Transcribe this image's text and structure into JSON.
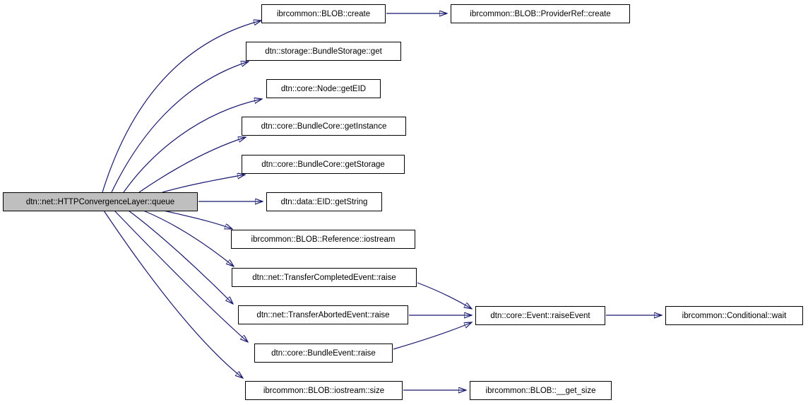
{
  "diagram": {
    "type": "call-graph",
    "colors": {
      "background": "#ffffff",
      "edge_color": "#191970",
      "node_border": "#000000",
      "node_fill": "#ffffff",
      "highlight_fill": "#bfbfbf"
    },
    "nodes": [
      {
        "id": "queue",
        "label": "dtn::net::HTTPConvergenceLayer::queue",
        "highlighted": true
      },
      {
        "id": "blob-create",
        "label": "ibrcommon::BLOB::create"
      },
      {
        "id": "bundlestorage-get",
        "label": "dtn::storage::BundleStorage::get"
      },
      {
        "id": "node-geteid",
        "label": "dtn::core::Node::getEID"
      },
      {
        "id": "bundlecore-getinstance",
        "label": "dtn::core::BundleCore::getInstance"
      },
      {
        "id": "bundlecore-getstorage",
        "label": "dtn::core::BundleCore::getStorage"
      },
      {
        "id": "eid-getstring",
        "label": "dtn::data::EID::getString"
      },
      {
        "id": "blob-reference-iostream",
        "label": "ibrcommon::BLOB::Reference::iostream"
      },
      {
        "id": "transfercompletedevent-raise",
        "label": "dtn::net::TransferCompletedEvent::raise"
      },
      {
        "id": "transferabortedevent-raise",
        "label": "dtn::net::TransferAbortedEvent::raise"
      },
      {
        "id": "bundleevent-raise",
        "label": "dtn::core::BundleEvent::raise"
      },
      {
        "id": "blob-iostream-size",
        "label": "ibrcommon::BLOB::iostream::size"
      },
      {
        "id": "blob-providerref-create",
        "label": "ibrcommon::BLOB::ProviderRef::create"
      },
      {
        "id": "event-raiseevent",
        "label": "dtn::core::Event::raiseEvent"
      },
      {
        "id": "conditional-wait",
        "label": "ibrcommon::Conditional::wait"
      },
      {
        "id": "blob-get-size",
        "label": "ibrcommon::BLOB::__get_size"
      }
    ],
    "edges": [
      {
        "from": "queue",
        "to": "blob-create"
      },
      {
        "from": "queue",
        "to": "bundlestorage-get"
      },
      {
        "from": "queue",
        "to": "node-geteid"
      },
      {
        "from": "queue",
        "to": "bundlecore-getinstance"
      },
      {
        "from": "queue",
        "to": "bundlecore-getstorage"
      },
      {
        "from": "queue",
        "to": "eid-getstring"
      },
      {
        "from": "queue",
        "to": "blob-reference-iostream"
      },
      {
        "from": "queue",
        "to": "transfercompletedevent-raise"
      },
      {
        "from": "queue",
        "to": "transferabortedevent-raise"
      },
      {
        "from": "queue",
        "to": "bundleevent-raise"
      },
      {
        "from": "queue",
        "to": "blob-iostream-size"
      },
      {
        "from": "blob-create",
        "to": "blob-providerref-create"
      },
      {
        "from": "transfercompletedevent-raise",
        "to": "event-raiseevent"
      },
      {
        "from": "transferabortedevent-raise",
        "to": "event-raiseevent"
      },
      {
        "from": "bundleevent-raise",
        "to": "event-raiseevent"
      },
      {
        "from": "event-raiseevent",
        "to": "conditional-wait"
      },
      {
        "from": "blob-iostream-size",
        "to": "blob-get-size"
      }
    ]
  }
}
